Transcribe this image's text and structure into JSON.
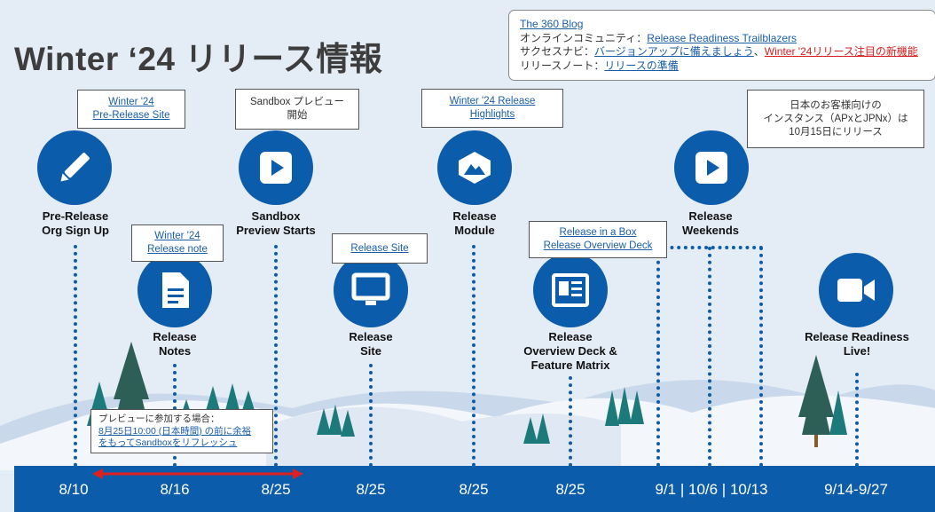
{
  "title": "Winter ‘24 リリース情報",
  "info": {
    "blog": "The 360 Blog",
    "community_prefix": "オンラインコミュニティ：",
    "community_link": "Release Readiness Trailblazers",
    "navi_prefix": "サクセスナビ：",
    "navi_link": "バージョンアップに備えましょう",
    "navi_sep": "、",
    "navi_link_red": "Winter '24リリース注目の新機能",
    "notes_prefix": "リリースノート：",
    "notes_link": "リリースの準備"
  },
  "milestones": {
    "prerelease": {
      "label_1": "Pre-Release",
      "label_2": "Org Sign Up",
      "callout_1": "Winter '24",
      "callout_2": "Pre-Release Site",
      "icon": "pencil-icon"
    },
    "notes": {
      "label_1": "Release",
      "label_2": "Notes",
      "callout_1": "Winter '24",
      "callout_2": "Release note",
      "icon": "document-icon"
    },
    "sandbox": {
      "label_1": "Sandbox",
      "label_2": "Preview Starts",
      "callout_1": "Sandbox プレビュー",
      "callout_2": "開始",
      "icon": "play-icon"
    },
    "site": {
      "label_1": "Release",
      "label_2": "Site",
      "callout_1": "Release Site",
      "icon": "monitor-icon"
    },
    "module": {
      "label_1": "Release",
      "label_2": "Module",
      "callout_1": "Winter '24 Release",
      "callout_2": "Highlights",
      "icon": "trailhead-icon"
    },
    "overview": {
      "label_1": "Release",
      "label_2": "Overview Deck &",
      "label_3": "Feature Matrix",
      "callout_1": "Release in a Box",
      "callout_2": "Release Overview Deck",
      "icon": "deck-icon"
    },
    "weekends": {
      "label_1": "Release",
      "label_2": "Weekends",
      "callout_1": "日本のお客様向けの",
      "callout_2": "インスタンス（APxとJPNx）は",
      "callout_3": "10月15日にリリース",
      "icon": "play-icon"
    },
    "live": {
      "label_1": "Release Readiness",
      "label_2": "Live!",
      "icon": "video-camera-icon"
    }
  },
  "note": {
    "line1": "プレビューに参加する場合：",
    "line2": "8月25日10:00 (日本時間) の前に余裕",
    "line3": "をもってSandboxをリフレッシュ"
  },
  "dates": [
    "8/10",
    "8/16",
    "8/25",
    "8/25",
    "8/25",
    "8/25",
    "9/1 | 10/6 | 10/13",
    "9/14-9/27"
  ],
  "colors": {
    "brand": "#0b5cab",
    "arrow": "#e02020",
    "tree_dark": "#2e5f57",
    "tree_teal": "#1d7a7a",
    "tree_brown": "#8a5a2b"
  }
}
